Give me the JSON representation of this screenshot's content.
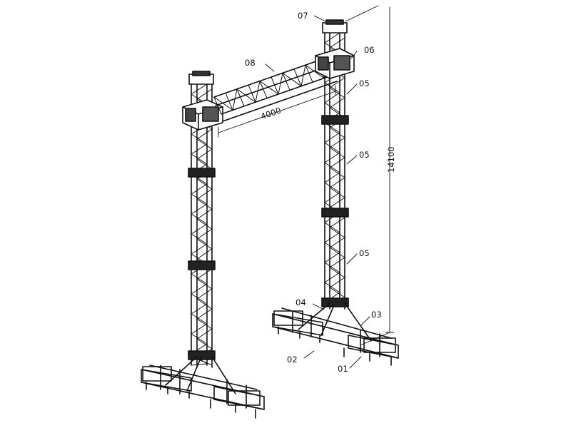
{
  "diagram": {
    "part_labels": {
      "p01": "01",
      "p02": "02",
      "p03": "03",
      "p04": "04",
      "p05a": "05",
      "p05b": "05",
      "p05c": "05",
      "p06": "06",
      "p07": "07",
      "p08": "08"
    },
    "dimensions": {
      "span": "4000",
      "height": "14100"
    },
    "line_color": "#111111",
    "background": "#ffffff"
  }
}
